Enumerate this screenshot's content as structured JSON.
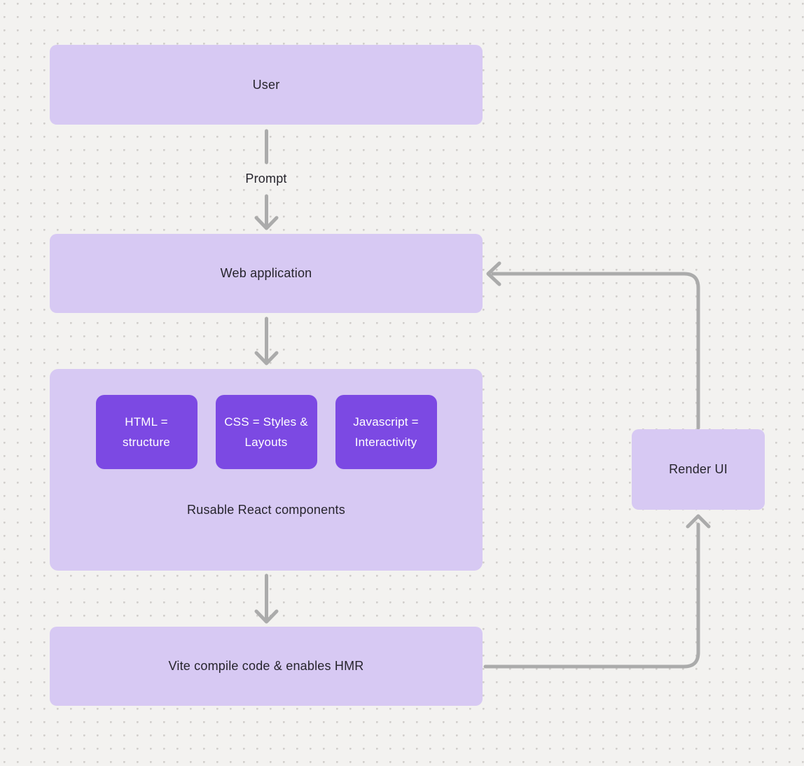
{
  "diagram": {
    "nodes": {
      "user": {
        "label": "User"
      },
      "web_application": {
        "label": "Web application"
      },
      "components_group": {
        "caption": "Rusable React components",
        "children": [
          {
            "label": "HTML = structure"
          },
          {
            "label": "CSS = Styles & Layouts"
          },
          {
            "label": "Javascript = Interactivity"
          }
        ]
      },
      "vite": {
        "label": "Vite compile code & enables HMR"
      },
      "render_ui": {
        "label": "Render UI"
      }
    },
    "edge_labels": {
      "prompt": "Prompt"
    },
    "colors": {
      "node_light": "#d7c9f3",
      "node_dark": "#7c49e3",
      "connector": "#ababab",
      "text_dark": "#26242c",
      "text_light": "#ffffff",
      "canvas_background": "#f3f2f0",
      "dot_grid": "#d1cecb"
    }
  }
}
